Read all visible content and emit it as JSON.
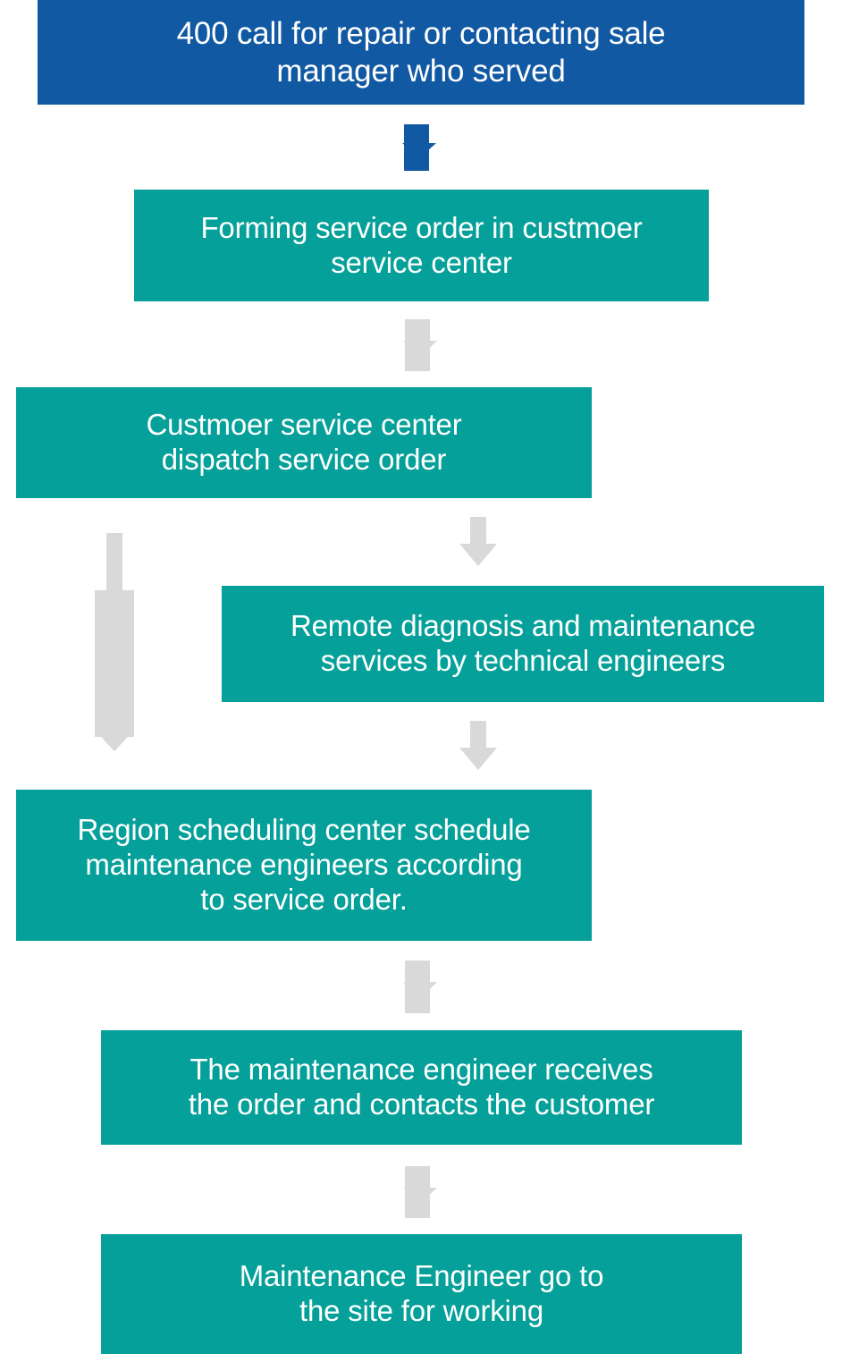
{
  "diagram": {
    "title": "After-sales service dispatch flowchart",
    "colors": {
      "start_fill": "#1259A3",
      "step_fill": "#05A099",
      "arrow_blue": "#1259A3",
      "arrow_gray": "#D9D9D9",
      "text": "#FFFFFF",
      "background": "#FFFFFF"
    },
    "nodes": [
      {
        "id": "start",
        "label": "400 call for repair or contacting  sale\nmanager who served",
        "kind": "start"
      },
      {
        "id": "form-order",
        "label": "Forming service order in custmoer\nservice center",
        "kind": "step"
      },
      {
        "id": "dispatch-order",
        "label": "Custmoer service center\ndispatch service order",
        "kind": "step"
      },
      {
        "id": "remote-diagnosis",
        "label": "Remote diagnosis and maintenance\nservices by technical engineers",
        "kind": "step"
      },
      {
        "id": "region-scheduling",
        "label": "Region scheduling center schedule\nmaintenance engineers according\nto service order.",
        "kind": "step"
      },
      {
        "id": "engineer-receives",
        "label": "The maintenance engineer receives\nthe order and contacts the customer",
        "kind": "step"
      },
      {
        "id": "engineer-onsite",
        "label": "Maintenance Engineer go to\nthe site for working",
        "kind": "step"
      }
    ],
    "connectors": [
      {
        "id": "start-to-form-order",
        "style": "blue-down-arrow"
      },
      {
        "id": "form-order-to-dispatch",
        "style": "gray-down-arrow"
      },
      {
        "id": "dispatch-to-remote-diagnosis",
        "style": "gray-down-arrow"
      },
      {
        "id": "dispatch-to-region-scheduling",
        "style": "gray-long-down-arrow"
      },
      {
        "id": "remote-diagnosis-to-region-scheduling",
        "style": "gray-down-arrow"
      },
      {
        "id": "region-scheduling-to-engineer-receives",
        "style": "gray-down-arrow"
      },
      {
        "id": "engineer-receives-to-engineer-onsite",
        "style": "gray-down-arrow"
      }
    ]
  }
}
